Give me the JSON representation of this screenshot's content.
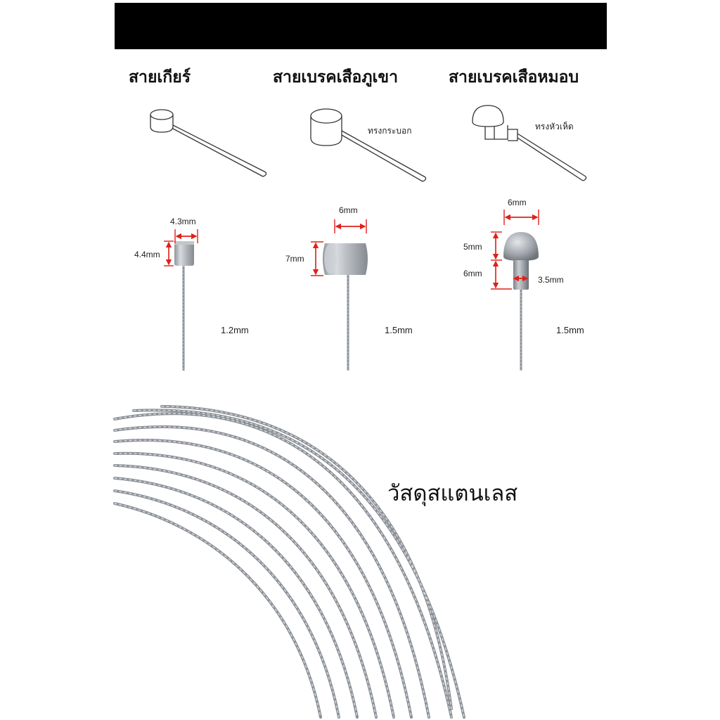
{
  "titles": {
    "gear_cable": "สายเกียร์",
    "mtb_brake_cable": "สายเบรคเสือภูเขา",
    "road_brake_cable": "สายเบรคเสือหมอบ"
  },
  "head_shape_labels": {
    "cylinder": "ทรงกระบอก",
    "mushroom": "ทรงหัวเห็ด"
  },
  "dimensions": {
    "gear": {
      "width": "4.3mm",
      "height": "4.4mm",
      "wire": "1.2mm"
    },
    "mtb": {
      "width": "6mm",
      "height": "7mm",
      "wire": "1.5mm"
    },
    "road": {
      "width": "6mm",
      "head_height": "5mm",
      "neck_height": "6mm",
      "neck_width": "3.5mm",
      "wire": "1.5mm"
    }
  },
  "material": "วัสดุสแตนเลส",
  "colors": {
    "dimension_red": "#e0201a",
    "steel": "#9aa0a6",
    "bar": "#000000"
  }
}
